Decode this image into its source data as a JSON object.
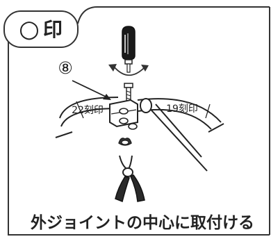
{
  "header": {
    "symbol": "○",
    "label": "印"
  },
  "diagram": {
    "callout_number": "⑧",
    "left_mark_label": "22刻印",
    "right_mark_label": "19刻印"
  },
  "caption": "外ジョイントの中心に取付ける"
}
